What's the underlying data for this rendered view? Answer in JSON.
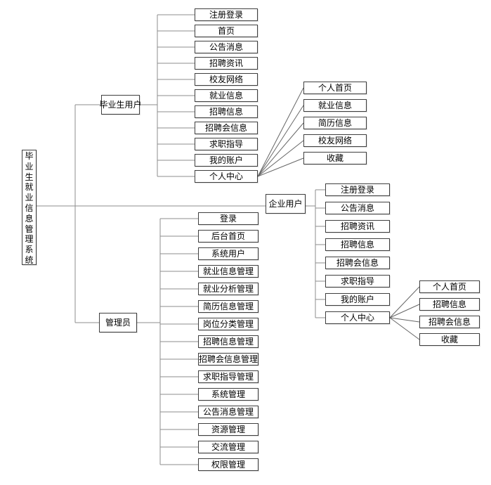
{
  "root": {
    "label": "毕业生就业信息管理系统"
  },
  "branches": [
    {
      "label": "毕业生用户",
      "children": [
        "注册登录",
        "首页",
        "公告消息",
        "招聘资讯",
        "校友网络",
        "就业信息",
        "招聘信息",
        "招聘会信息",
        "求职指导",
        "我的账户",
        "个人中心"
      ],
      "personal_center": [
        "个人首页",
        "就业信息",
        "简历信息",
        "校友网络",
        "收藏"
      ]
    },
    {
      "label": "企业用户",
      "children": [
        "注册登录",
        "公告消息",
        "招聘资讯",
        "招聘信息",
        "招聘会信息",
        "求职指导",
        "我的账户",
        "个人中心"
      ],
      "personal_center": [
        "个人首页",
        "招聘信息",
        "招聘会信息",
        "收藏"
      ]
    },
    {
      "label": "管理员",
      "children": [
        "登录",
        "后台首页",
        "系统用户",
        "就业信息管理",
        "就业分析管理",
        "简历信息管理",
        "岗位分类管理",
        "招聘信息管理",
        "招聘会信息管理",
        "求职指导管理",
        "系统管理",
        "公告消息管理",
        "资源管理",
        "交流管理",
        "权限管理"
      ]
    }
  ],
  "colors": {
    "line": "#8c8c8c",
    "fan_line": "#666666",
    "border": "#3f3f3f"
  }
}
